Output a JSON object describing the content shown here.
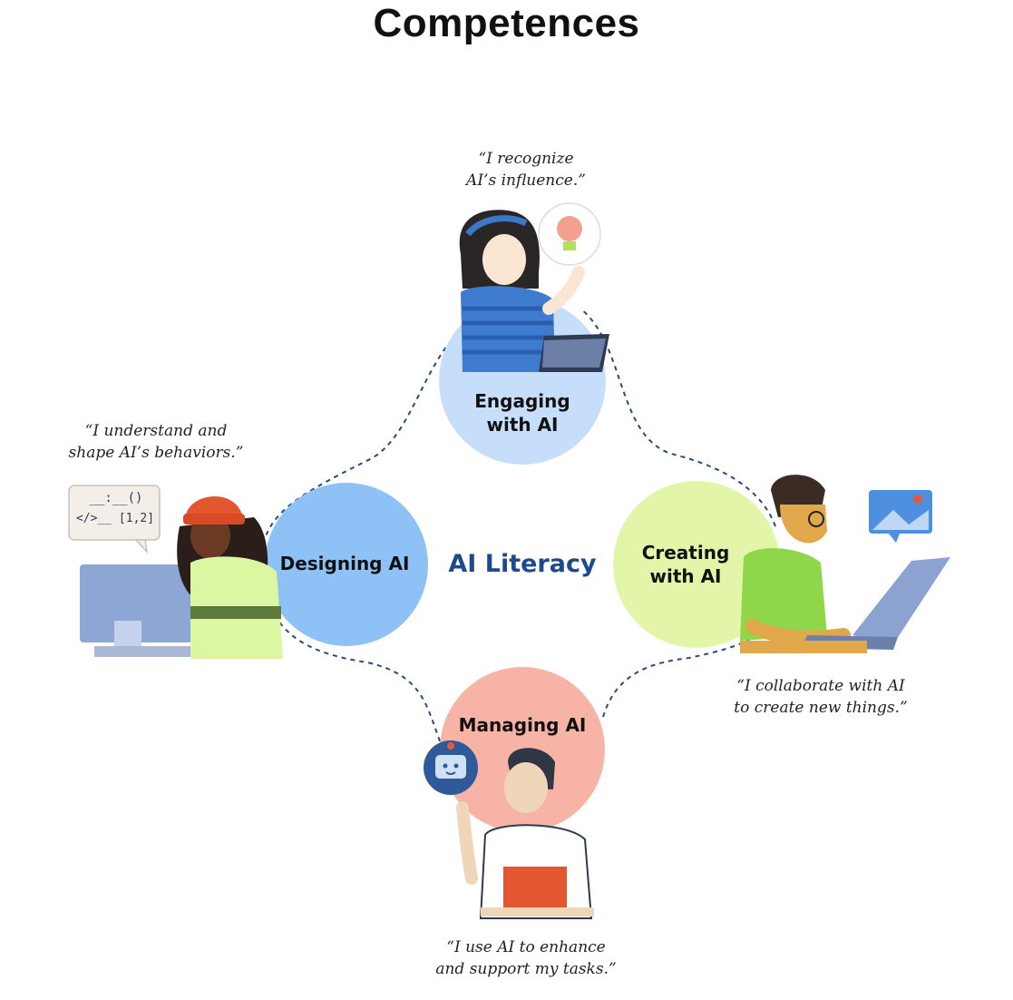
{
  "title": "Competences",
  "center_label": "AI Literacy",
  "colors": {
    "engaging": "#c7defa",
    "designing": "#8ec2f7",
    "creating": "#e3f5a8",
    "managing": "#f6b3a6",
    "center_text": "#1d4a8c",
    "dashes": "#2b4a78"
  },
  "competences": {
    "engaging": {
      "label": "Engaging\nwith AI",
      "quote": "“I recognize\nAI’s influence.”"
    },
    "designing": {
      "label": "Designing AI",
      "quote": "“I understand and\nshape AI’s behaviors.”"
    },
    "creating": {
      "label": "Creating\nwith AI",
      "quote": "“I collaborate with AI\nto create new things.”"
    },
    "managing": {
      "label": "Managing AI",
      "quote": "“I use AI to enhance\nand support my tasks.”"
    }
  },
  "code_bubble": {
    "line1": "__:__()",
    "line2": "</>__ [1,2]"
  },
  "icons": [
    "lightbulb-icon",
    "image-icon",
    "robot-icon",
    "code-bubble-icon"
  ]
}
